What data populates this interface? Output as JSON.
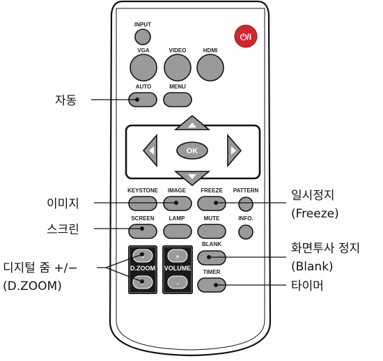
{
  "remote": {
    "buttons": {
      "input": "INPUT",
      "power": "⏻/I",
      "vga": "VGA",
      "video": "VIDEO",
      "hdmi": "HDMI",
      "auto": "AUTO",
      "menu": "MENU",
      "ok": "OK",
      "keystone": "KEYSTONE",
      "image": "IMAGE",
      "freeze": "FREEZE",
      "pattern": "PATTERN",
      "screen": "SCREEN",
      "lamp": "LAMP",
      "mute": "MUTE",
      "info": "INFO.",
      "blank": "BLANK",
      "timer": "TIMER",
      "dzoom": "D.ZOOM",
      "volume": "VOLUME",
      "plus": "+",
      "minus": "-"
    }
  },
  "callouts": {
    "auto": "자동",
    "image": "이미지",
    "screen": "스크린",
    "dzoom_line1": "디지털 줌 +/−",
    "dzoom_line2": "(D.ZOOM)",
    "freeze_line1": "일시정지",
    "freeze_line2": "(Freeze)",
    "blank_line1": "화면투사 정지",
    "blank_line2": "(Blank)",
    "timer": "타이머"
  },
  "colors": {
    "power": "#d0272e",
    "button": "#9a9a9a",
    "body": "#ffffff",
    "dark_panel": "#1a1a1a"
  }
}
